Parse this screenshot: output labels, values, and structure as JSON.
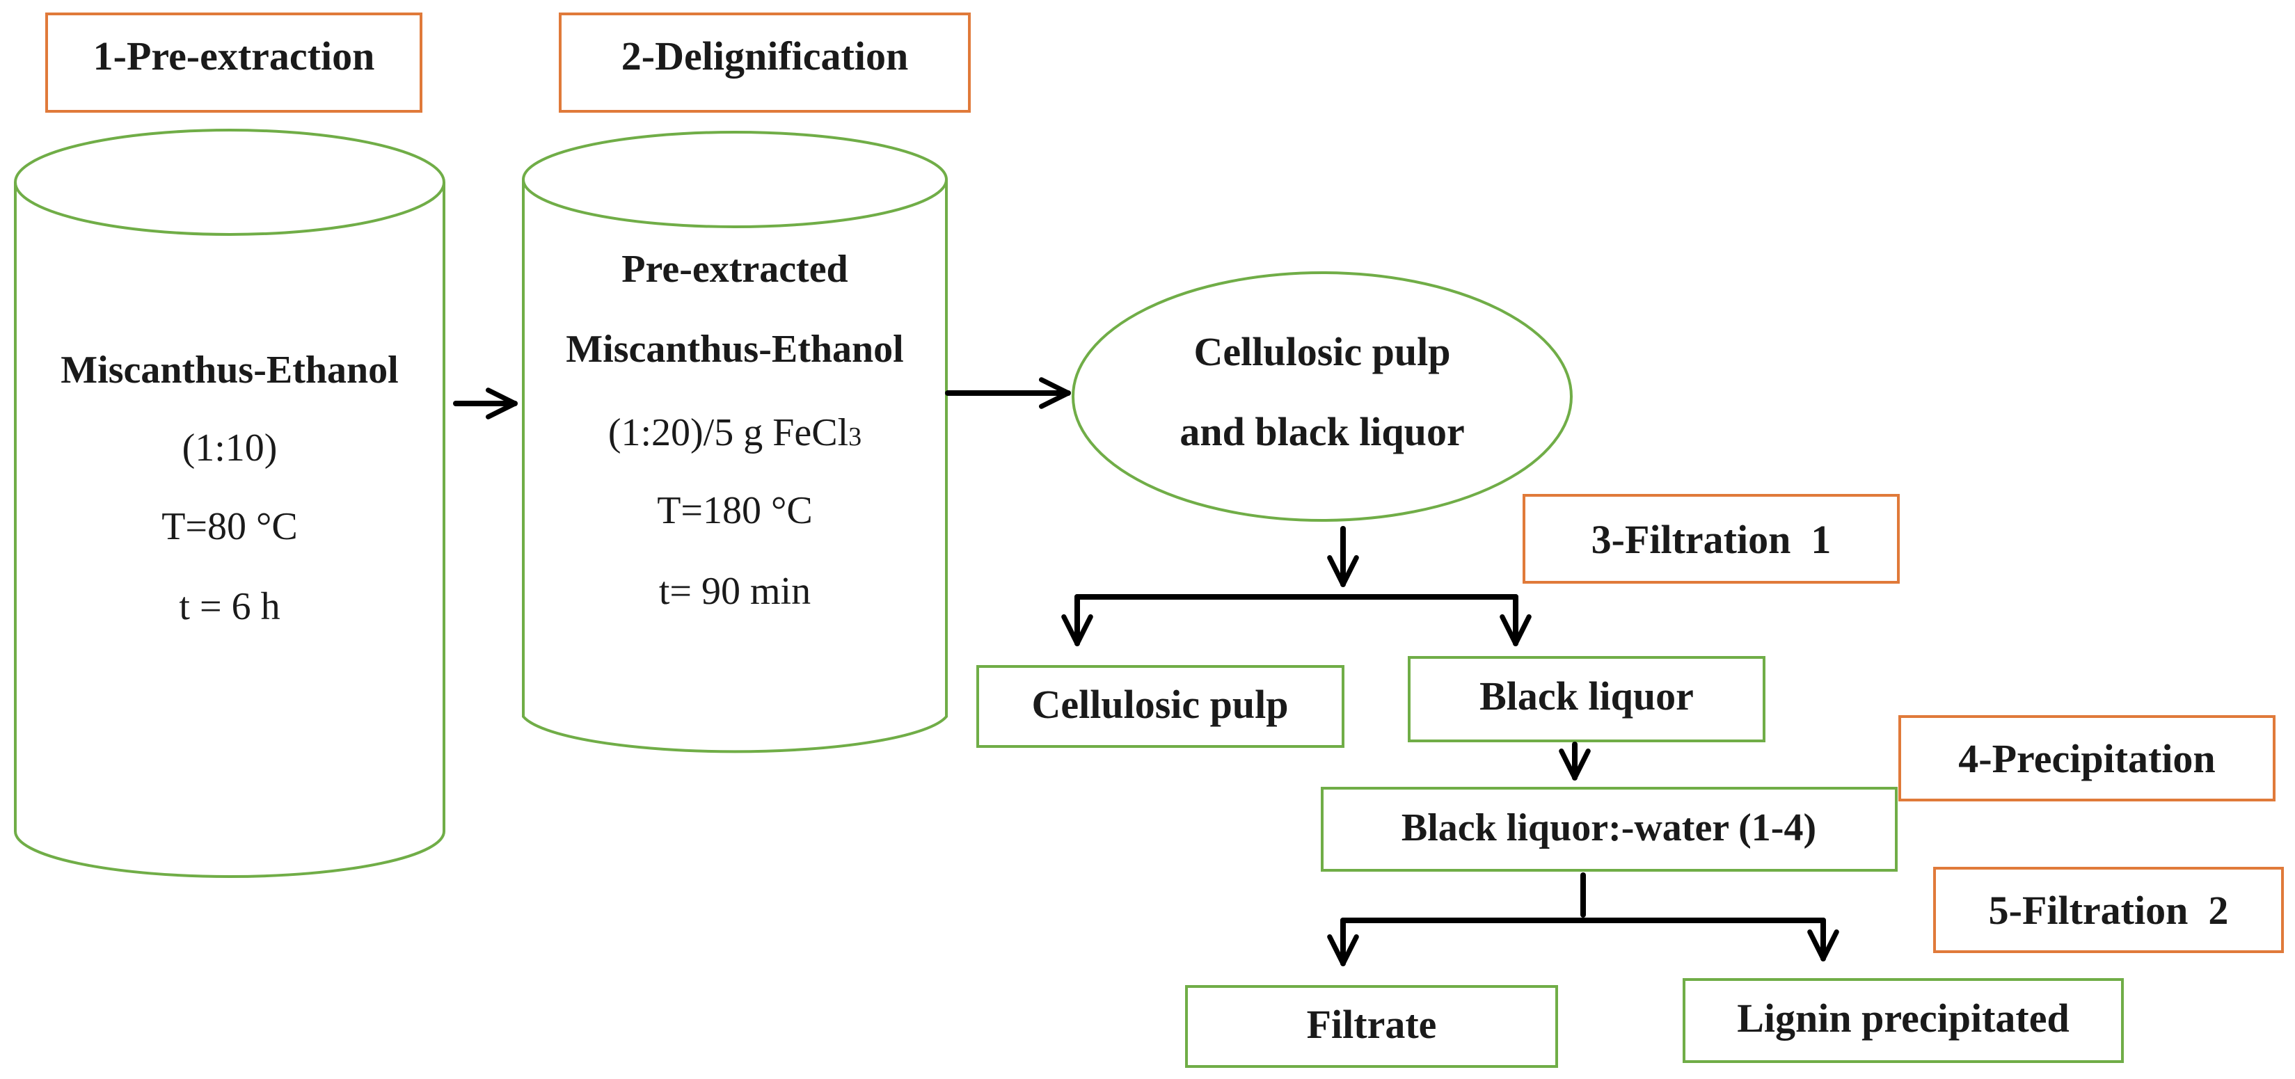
{
  "colors": {
    "step_border": "#e07a3a",
    "node_border": "#70ad47",
    "arrow": "#000000",
    "text": "#1a1a1a",
    "background": "#ffffff"
  },
  "steps": {
    "pre_extraction": "1-Pre-extraction",
    "delignification": "2-Delignification",
    "filtration_1": "3-Filtration  1",
    "precipitation": "4-Precipitation",
    "filtration_2": "5-Filtration  2"
  },
  "vessel_1": {
    "line1": "Miscanthus-Ethanol",
    "line2": "(1:10)",
    "line3": "T=80 °C",
    "line4": "t = 6 h"
  },
  "vessel_2": {
    "line1": "Pre-extracted",
    "line2": "Miscanthus-Ethanol",
    "line3_main": "(1:20)/5 g FeCl",
    "line3_sub": "3",
    "line4": "T=180 °C",
    "line5": "t= 90 min"
  },
  "pulp_node": {
    "line1": "Cellulosic pulp",
    "line2": "and black liquor"
  },
  "outputs": {
    "cellulosic_pulp": "Cellulosic pulp",
    "black_liquor": "Black liquor",
    "black_liquor_water": "Black liquor:-water (1-4)",
    "filtrate": "Filtrate",
    "lignin_precipitated": "Lignin precipitated"
  }
}
